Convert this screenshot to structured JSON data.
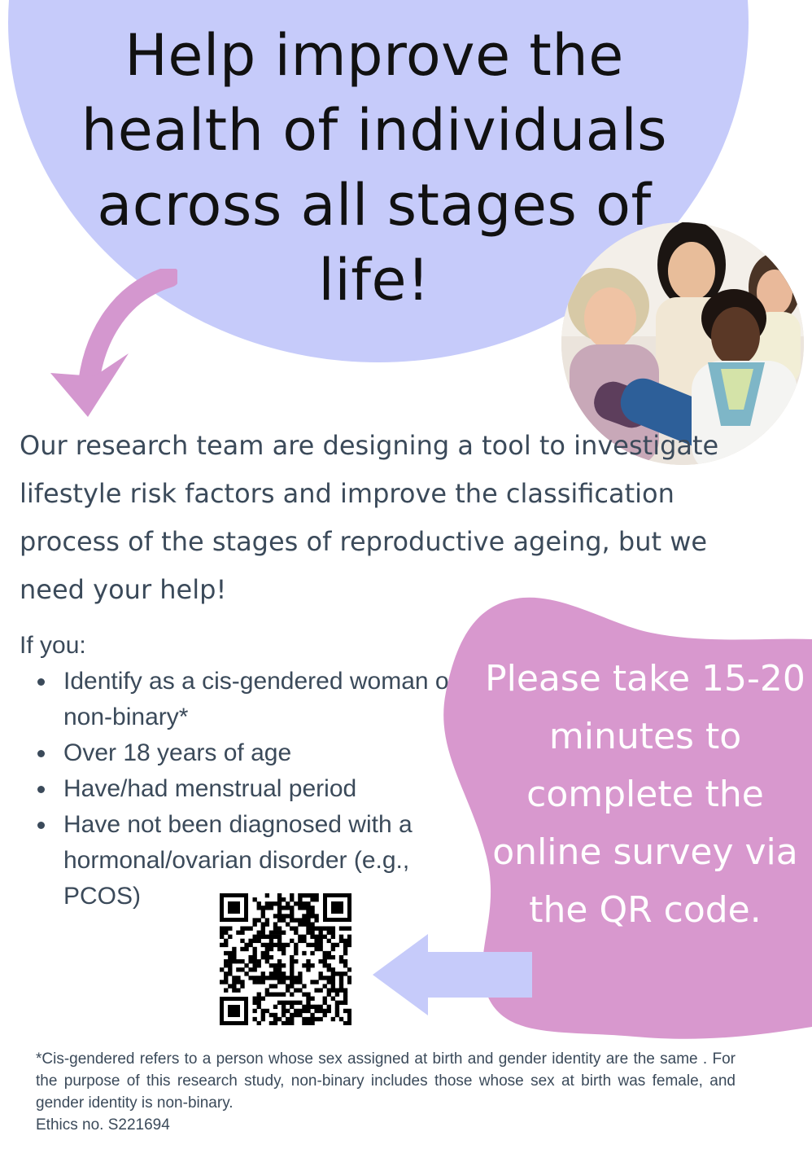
{
  "headline": "Help improve the health of individuals across all stages of life!",
  "intro": "Our research team are designing a tool to investigate lifestyle risk factors and improve the classification process of the stages of reproductive ageing, but we need your help!",
  "criteria": {
    "label": "If you:",
    "items": [
      "Identify as a cis-gendered woman or non-binary*",
      "Over 18 years of age",
      "Have/had menstrual period",
      "Have not been diagnosed with a hormonal/ovarian disorder (e.g., PCOS)"
    ]
  },
  "call_to_action": "Please take 15-20 minutes to complete the online survey via the QR code.",
  "footnote": "*Cis-gendered refers to a person whose sex assigned at birth and gender identity are the same . For the purpose of this research study, non-binary includes those whose sex at birth was female, and gender identity is non-binary.",
  "ethics": "Ethics no. S221694",
  "colors": {
    "lavender": "#c6cbfa",
    "pink": "#d898ce",
    "arrow_pink": "#d497cf",
    "text": "#3b4a5a"
  },
  "icons": {
    "curved_arrow": "curved-arrow-down-icon",
    "left_arrow": "arrow-left-icon",
    "qr": "qr-code"
  }
}
